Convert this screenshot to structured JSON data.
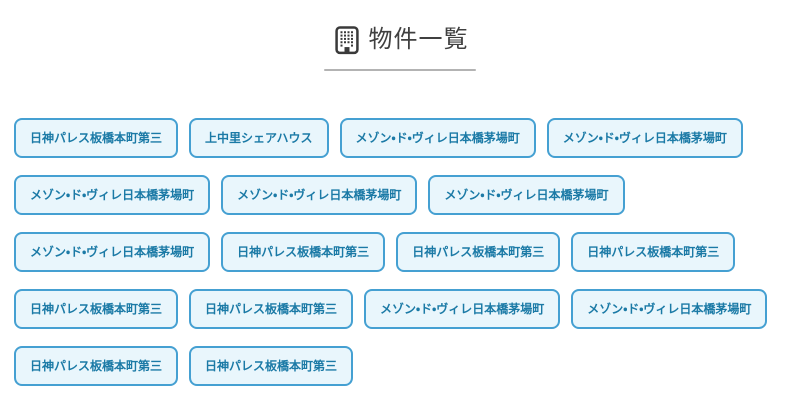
{
  "header": {
    "title": "物件一覧",
    "icon": "building-icon"
  },
  "colors": {
    "chip_background": "#e9f6fc",
    "chip_border": "#45a0d2",
    "chip_text": "#1b7aa6",
    "title_text": "#404040",
    "divider": "#b3b3b3",
    "icon": "#3a3a3a"
  },
  "properties": {
    "items": [
      {
        "label": "日神パレス板橋本町第三"
      },
      {
        "label": "上中里シェアハウス"
      },
      {
        "label": "メゾン・ド・ヴィレ日本橋茅場町"
      },
      {
        "label": "メゾン・ド・ヴィレ日本橋茅場町"
      },
      {
        "label": "メゾン・ド・ヴィレ日本橋茅場町"
      },
      {
        "label": "メゾン・ド・ヴィレ日本橋茅場町"
      },
      {
        "label": "メゾン・ド・ヴィレ日本橋茅場町"
      },
      {
        "label": "メゾン・ド・ヴィレ日本橋茅場町"
      },
      {
        "label": "日神パレス板橋本町第三"
      },
      {
        "label": "日神パレス板橋本町第三"
      },
      {
        "label": "日神パレス板橋本町第三"
      },
      {
        "label": "日神パレス板橋本町第三"
      },
      {
        "label": "日神パレス板橋本町第三"
      },
      {
        "label": "メゾン・ド・ヴィレ日本橋茅場町"
      },
      {
        "label": "メゾン・ド・ヴィレ日本橋茅場町"
      },
      {
        "label": "日神パレス板橋本町第三"
      },
      {
        "label": "日神パレス板橋本町第三"
      }
    ]
  }
}
